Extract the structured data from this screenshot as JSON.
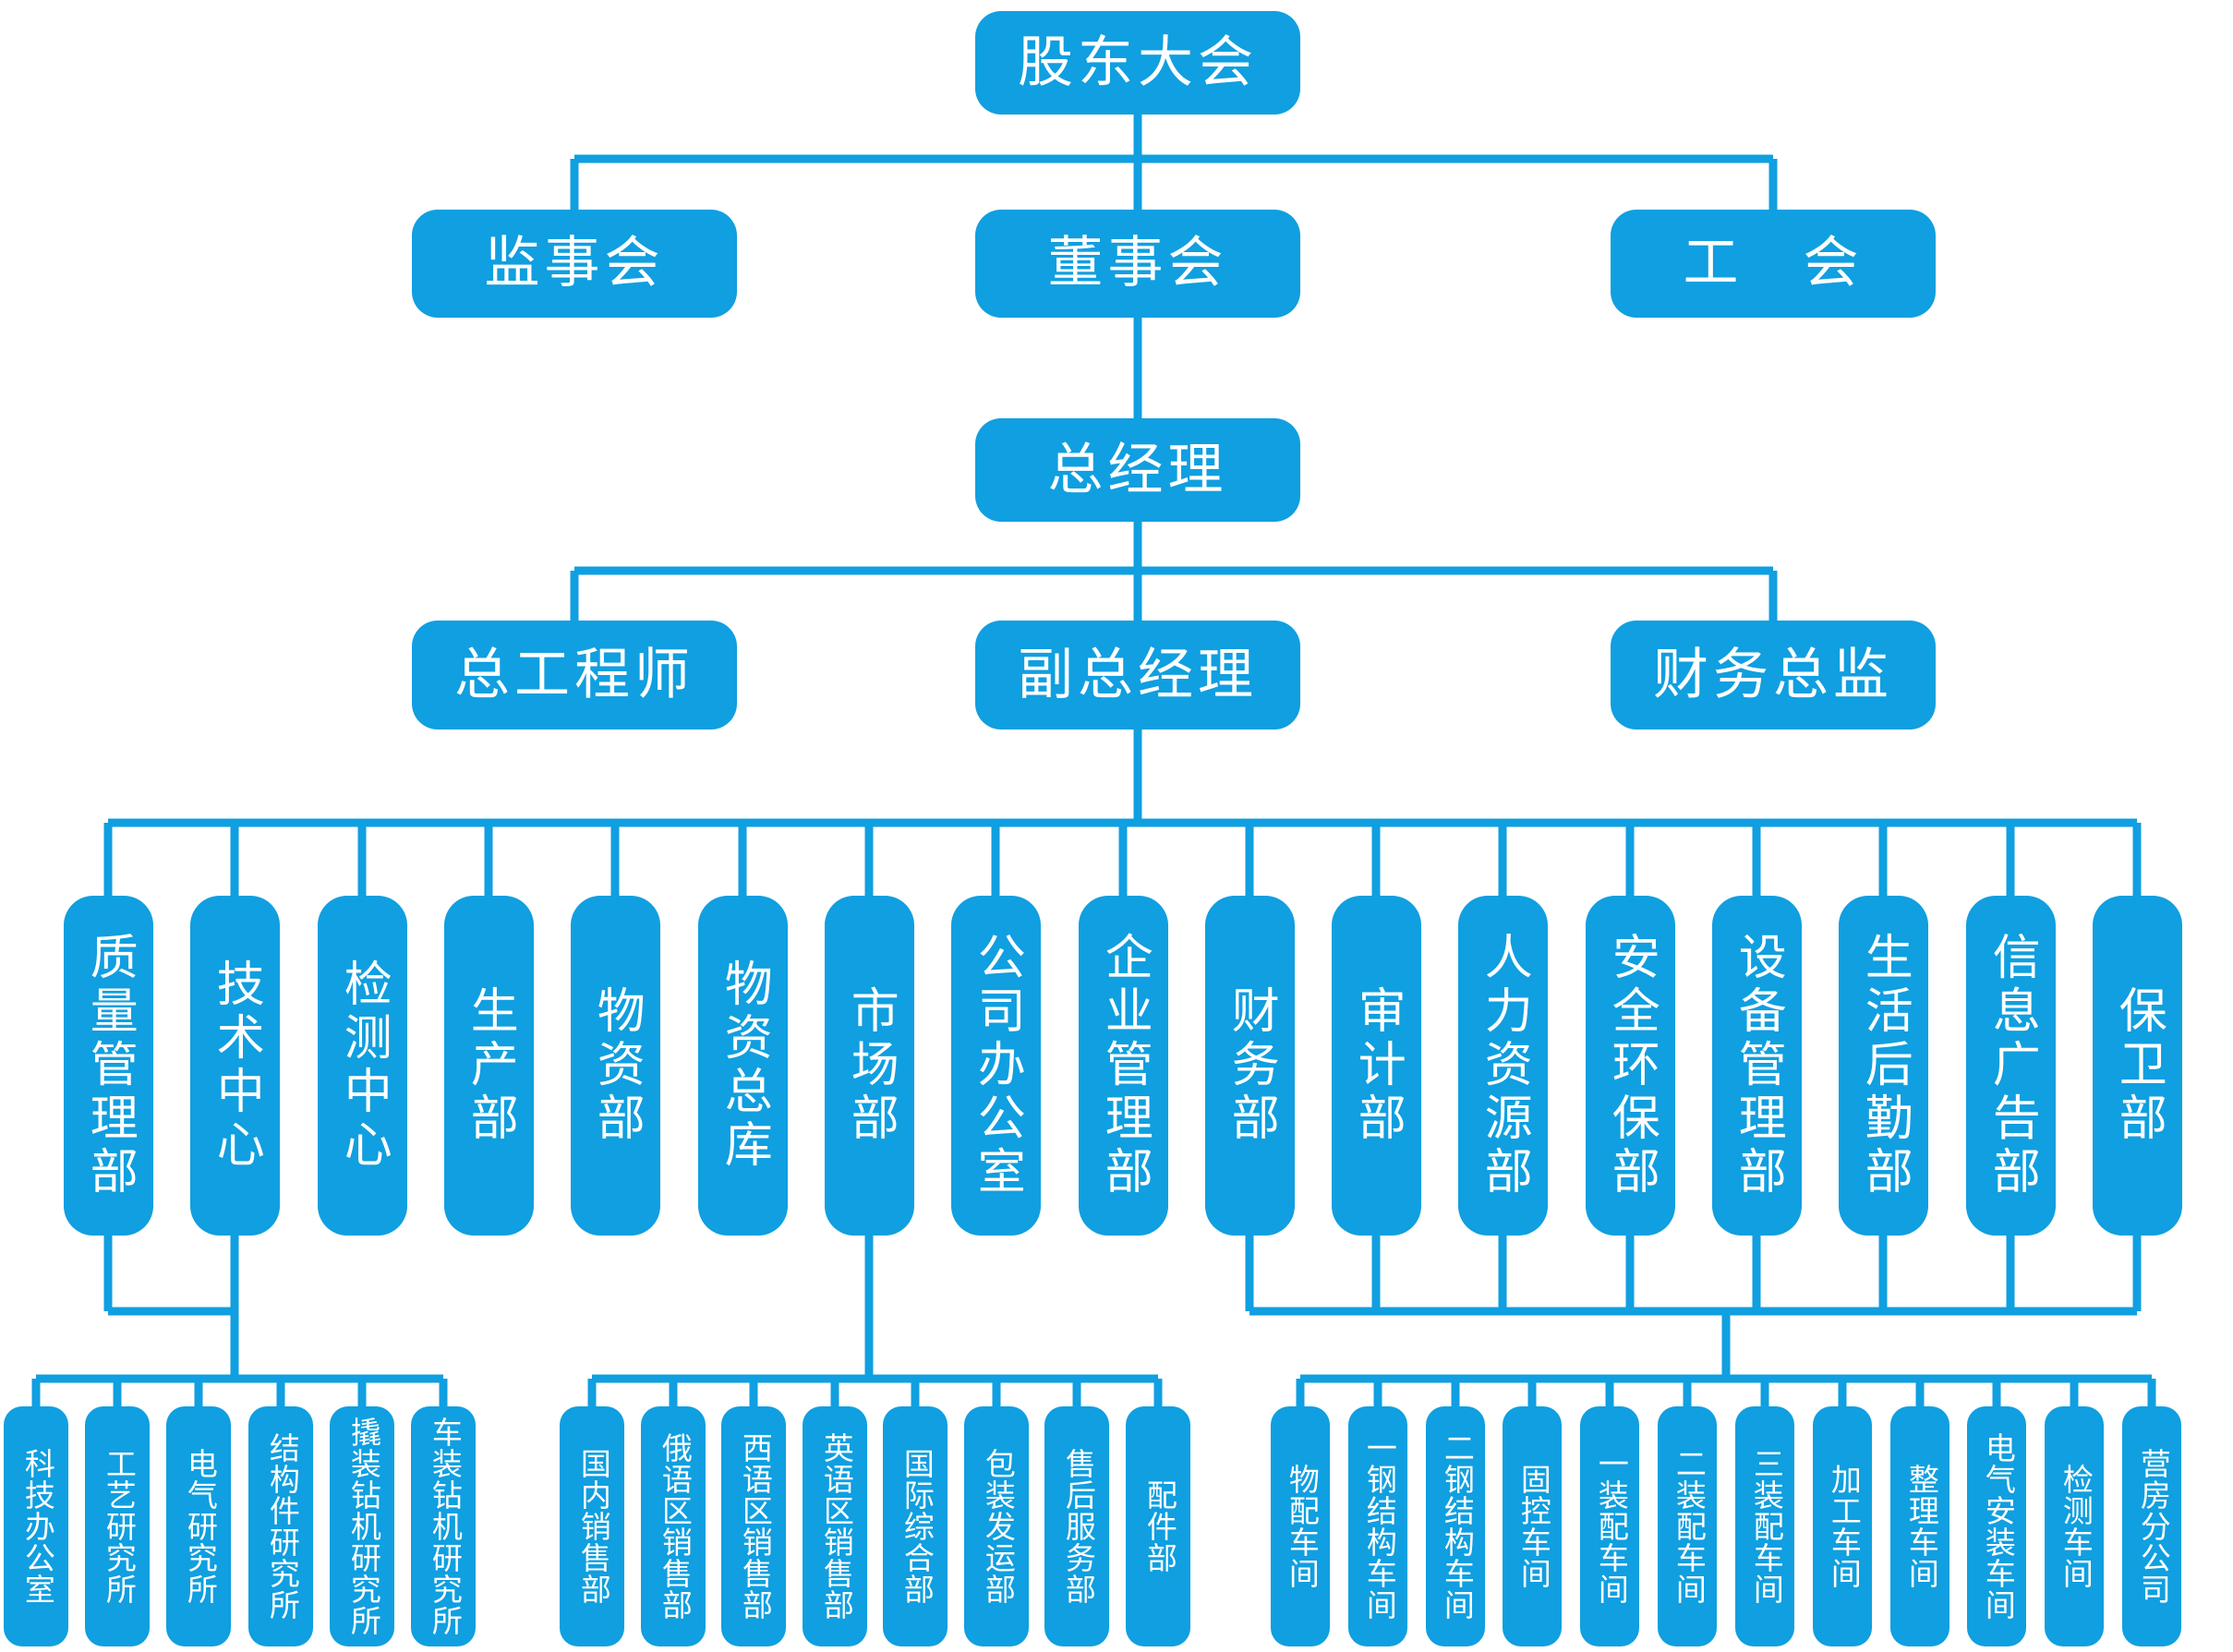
{
  "colors": {
    "primary": "#109FE0",
    "box_text": "#FFFFFF",
    "background": "#FFFFFF"
  },
  "org": {
    "root": {
      "id": "shareholders-meeting",
      "label": "股东大会"
    },
    "level2": [
      {
        "id": "supervisory-board",
        "label": "监事会"
      },
      {
        "id": "board-of-directors",
        "label": "董事会"
      },
      {
        "id": "labor-union",
        "label": "工　会"
      }
    ],
    "general_manager": {
      "id": "general-manager",
      "label": "总经理"
    },
    "level4": [
      {
        "id": "chief-engineer",
        "label": "总工程师"
      },
      {
        "id": "deputy-general-manager",
        "label": "副总经理"
      },
      {
        "id": "finance-director",
        "label": "财务总监"
      }
    ],
    "departments": [
      {
        "id": "quality-management",
        "label": "质量管理部"
      },
      {
        "id": "technology-center",
        "label": "技术中心"
      },
      {
        "id": "testing-center",
        "label": "检测中心"
      },
      {
        "id": "production",
        "label": "生产部"
      },
      {
        "id": "materials",
        "label": "物资部"
      },
      {
        "id": "materials-warehouse",
        "label": "物资总库"
      },
      {
        "id": "marketing",
        "label": "市场部"
      },
      {
        "id": "company-office",
        "label": "公司办公室"
      },
      {
        "id": "enterprise-management",
        "label": "企业管理部"
      },
      {
        "id": "finance",
        "label": "财务部"
      },
      {
        "id": "audit",
        "label": "审计部"
      },
      {
        "id": "human-resources",
        "label": "人力资源部"
      },
      {
        "id": "safety-environment",
        "label": "安全环保部"
      },
      {
        "id": "equipment-management",
        "label": "设备管理部"
      },
      {
        "id": "logistics-support",
        "label": "生活后勤部"
      },
      {
        "id": "information-advertising",
        "label": "信息广告部"
      },
      {
        "id": "security",
        "label": "保卫部"
      }
    ],
    "groups": [
      {
        "id": "research-institutes",
        "parent_ids": [
          "quality-management",
          "technology-center"
        ],
        "items": [
          {
            "id": "sci-tech-office",
            "label": "科技办公室"
          },
          {
            "id": "process-research-institute",
            "label": "工艺研究所"
          },
          {
            "id": "electrical-research-institute",
            "label": "电气研究所"
          },
          {
            "id": "structural-parts-research-institute",
            "label": "结构件研究所"
          },
          {
            "id": "skid-rig-research-institute",
            "label": "撬装钻机研究所"
          },
          {
            "id": "truck-rig-research-institute",
            "label": "车装钻机研究所"
          }
        ]
      },
      {
        "id": "sales-departments",
        "parent_ids": [
          "marketing"
        ],
        "items": [
          {
            "id": "domestic-sales",
            "label": "国内销售部"
          },
          {
            "id": "russian-region-sales",
            "label": "俄语区销售部"
          },
          {
            "id": "spanish-region-sales",
            "label": "西语区销售部"
          },
          {
            "id": "english-region-sales",
            "label": "英语区销售部"
          },
          {
            "id": "international-comprehensive",
            "label": "国际综合部"
          },
          {
            "id": "packing-shipping",
            "label": "包装发运部"
          },
          {
            "id": "after-sales-service",
            "label": "售后服务部"
          },
          {
            "id": "parts-department",
            "label": "配件部"
          }
        ]
      },
      {
        "id": "production-workshops",
        "parent_ids": [
          "finance",
          "audit",
          "human-resources",
          "safety-environment",
          "equipment-management",
          "logistics-support",
          "information-advertising",
          "security"
        ],
        "items": [
          {
            "id": "materials-distribution-workshop",
            "label": "物配车间"
          },
          {
            "id": "steel-structure-workshop-1",
            "label": "一钢结构车间"
          },
          {
            "id": "steel-structure-workshop-2",
            "label": "二钢结构车间"
          },
          {
            "id": "solids-control-workshop",
            "label": "固控车间"
          },
          {
            "id": "assembly-workshop-1",
            "label": "一装配车间"
          },
          {
            "id": "assembly-workshop-2",
            "label": "二装配车间"
          },
          {
            "id": "assembly-workshop-3",
            "label": "三装配车间"
          },
          {
            "id": "machining-workshop",
            "label": "加工车间"
          },
          {
            "id": "finishing-workshop",
            "label": "整理车间"
          },
          {
            "id": "electrical-installation-workshop",
            "label": "电气安装车间"
          },
          {
            "id": "testing-workshop",
            "label": "检测车间"
          },
          {
            "id": "camp-branch-company",
            "label": "营房分公司"
          }
        ]
      }
    ]
  }
}
